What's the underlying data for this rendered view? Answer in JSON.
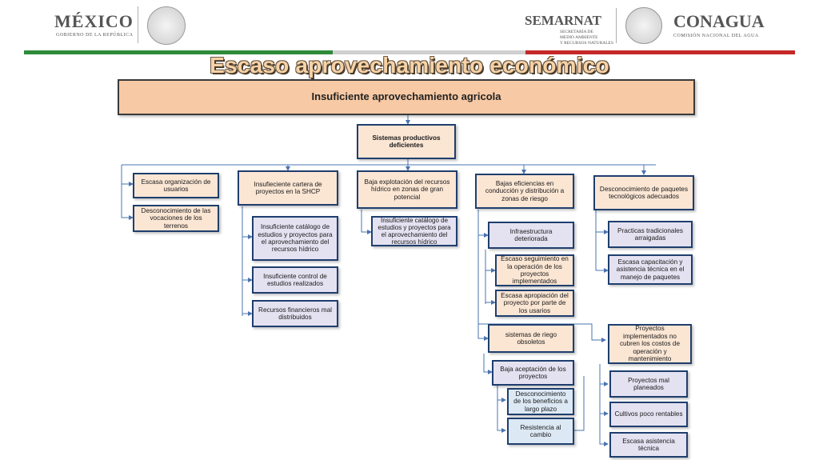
{
  "header": {
    "mexico_label": "MÉXICO",
    "mexico_sub": "GOBIERNO DE LA REPÚBLICA",
    "semarnat_label": "SEMARNAT",
    "semarnat_sub1": "SECRETARÍA DE",
    "semarnat_sub2": "MEDIO AMBIENTE",
    "semarnat_sub3": "Y RECURSOS NATURALES",
    "conagua_label": "CONAGUA",
    "conagua_sub": "COMISIÓN NACIONAL DEL AGUA",
    "stripe_colors": [
      "#2e8b3a",
      "#cfcfcf",
      "#c62828"
    ]
  },
  "title": "Escaso aprovechamiento económico",
  "diagram": {
    "root": "Insuficiente aprovechamiento agricola",
    "level1": "Sistemas productivos deficientes",
    "c1": {
      "head": "Escasa organización de usuarios",
      "sub1": "Desconocimiento de las vocaciones de los terrenos"
    },
    "c2": {
      "head": "Insufieciente cartera de proyectos en la SHCP",
      "sub1": "Insuficiente catálogo de estudios y proyectos para el aprovechamiento del recursos hídrico",
      "sub2": "Insuficiente control de estudios realizados",
      "sub3": "Recursos financieros mal distribuidos"
    },
    "c3": {
      "head": "Baja explotación del recursos hídrico en zonas de gran potencial",
      "sub1": "Insuficiente catálogo de estudios y proyectos para el aprovechamiento del recursos hídrico"
    },
    "c4": {
      "head": "Bajas eficiencias en conducción y distribución a zonas de riesgo",
      "infra": "Infraestructura deteriorada",
      "infra_sub1": "Escaso seguimiento en la operación de los proyectos implementados",
      "infra_sub2": "Escasa apropiación del proyecto por parte de los usarios",
      "riego": "sistemas de riego obsoletos",
      "riego_sub1": "Baja aceptación de los proyectos",
      "riego_sub1a": "Desconocimiento de los beneficios a largo plazo",
      "riego_sub1b": "Resistencia al cambio",
      "proy": "Proyectos implementados no cubren los costos de operación y mantenimiento",
      "proy_sub1": "Proyectos mal planeados",
      "proy_sub2": "Cultivos poco rentables",
      "proy_sub3": "Escasa asistencia técnica"
    },
    "c5": {
      "head": "Desconocimiento de paquetes tecnológicos adecuados",
      "sub1": "Practicas tradicionales arraigadas",
      "sub2": "Escasa capacitación y asistencia técnica en el manejo de paquetes"
    }
  }
}
